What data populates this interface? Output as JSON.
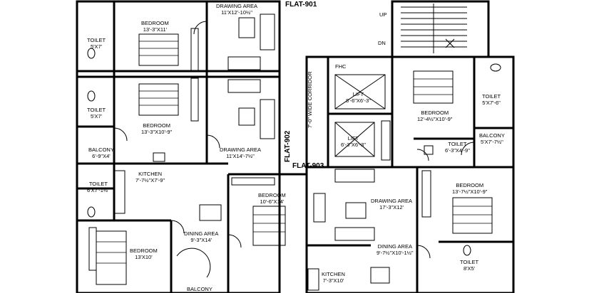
{
  "flats": {
    "f901": "FLAT-901",
    "f902": "FLAT-902",
    "f903": "FLAT-903"
  },
  "corridor": "7'-0\" WIDE CORRIDOR",
  "stairs": {
    "up": "UP",
    "down": "DN"
  },
  "fhc": "FHC",
  "rooms": {
    "bed1_name": "BEDROOM",
    "bed1_dim": "13'-3\"X11'",
    "drawing1_name": "DRAWING AREA",
    "drawing1_dim": "11'X12'-10½\"",
    "toilet1_name": "TOILET",
    "toilet1_dim": "5'X7'",
    "toilet2_name": "TOILET",
    "toilet2_dim": "5'X7'",
    "bed2_name": "BEDROOM",
    "bed2_dim": "13'-3\"X10'-9\"",
    "drawing2_name": "DRAWING AREA",
    "drawing2_dim": "11'X14'-7½\"",
    "balcony1_name": "BALCONY",
    "balcony1_dim": "6'-9\"X4'",
    "kitchen1_name": "KITCHEN",
    "kitchen1_dim": "7'-7½\"X7'-9\"",
    "toilet3_name": "TOILET",
    "toilet3_dim": "6'X7'-1½\"",
    "bed3_name": "BEDROOM",
    "bed3_dim": "10'-6\"X14'",
    "dining1_name": "DINING AREA",
    "dining1_dim": "9'-3\"X14'",
    "bed4_name": "BEDROOM",
    "bed4_dim": "13'X10'",
    "balcony2_name": "BALCONY",
    "lift1_name": "LIFT",
    "lift1_dim": "8'-6\"X6'-3\"",
    "lift2_name": "LIFT",
    "lift2_dim": "6'-3\"X6'-3\"",
    "bed5_name": "BEDROOM",
    "bed5_dim": "12'-4½\"X10'-9\"",
    "toilet4_name": "TOILET",
    "toilet4_dim": "5'X7'-6\"",
    "balcony3_name": "BALCONY",
    "balcony3_dim": "5'X7'-7½\"",
    "toilet5_name": "TOILET",
    "toilet5_dim": "6'-3\"X4'-9\"",
    "drawing3_name": "DRAWING AREA",
    "drawing3_dim": "17'-3\"X12'",
    "bed6_name": "BEDROOM",
    "bed6_dim": "13'-7½\"X10'-9\"",
    "dining2_name": "DINING AREA",
    "dining2_dim": "9'-7½\"X10'-1½\"",
    "kitchen2_name": "KITCHEN",
    "kitchen2_dim": "7'-3\"X10'",
    "toilet6_name": "TOILET",
    "toilet6_dim": "8'X5'"
  }
}
